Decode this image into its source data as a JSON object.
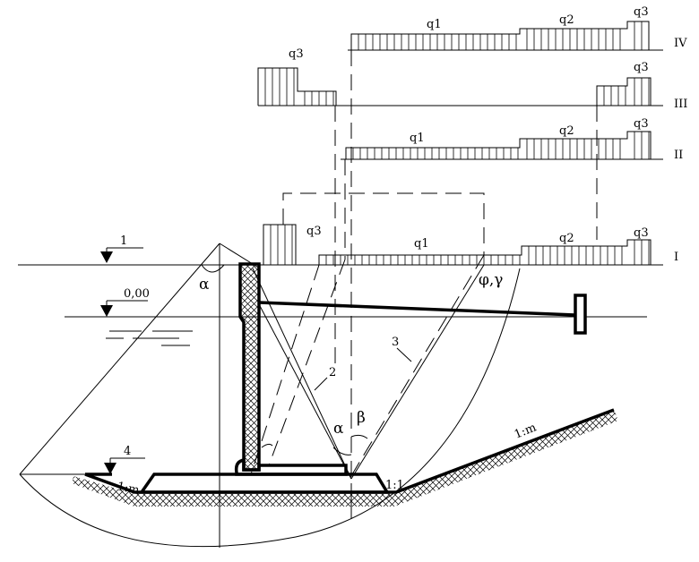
{
  "labels": {
    "q1": "q1",
    "q2": "q2",
    "q3": "q3",
    "case_IV": "IV",
    "case_III": "III",
    "case_II": "II",
    "case_I": "I",
    "marker_1": "1",
    "marker_zero": "0,00",
    "marker_4": "4",
    "callout_2": "2",
    "callout_3": "3",
    "alpha": "α",
    "beta": "β",
    "phi_gamma": "φ,γ",
    "slope_1m": "1:m",
    "slope_11": "1:1"
  },
  "colors": {
    "ink": "#000000",
    "background": "#ffffff"
  }
}
